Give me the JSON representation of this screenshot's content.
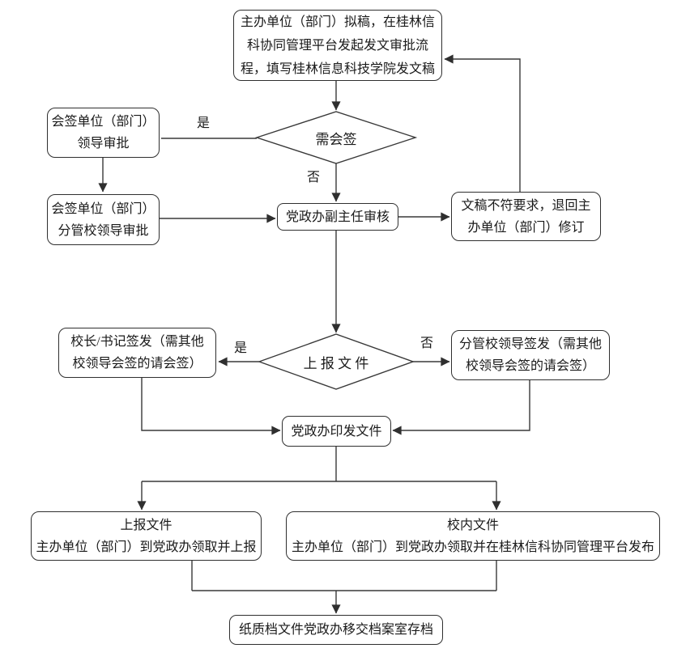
{
  "colors": {
    "background": "#ffffff",
    "line": "#383838",
    "box_border": "#2f2f2f",
    "box_fill": "#ffffff",
    "text": "#1a1a1a"
  },
  "nodes": {
    "draft": {
      "text": "主办单位（部门）拟稿，在桂林信\n科协同管理平台发起发文审批流\n程，填写桂林信息科技学院发文稿"
    },
    "decision_countersign": {
      "text": "需会签"
    },
    "countersign_leader_approve": {
      "text": "会签单位（部门）\n领导审批"
    },
    "countersign_vp_approve": {
      "text": "会签单位（部门）\n分管校领导审批"
    },
    "deputy_director_review": {
      "text": "党政办副主任审核"
    },
    "return_revise": {
      "text": "文稿不符要求，退回主\n办单位（部门）修订"
    },
    "decision_report_file": {
      "text": "上 报 文 件"
    },
    "president_sign": {
      "text": "校长/书记签发（需其他\n校领导会签的请会签）"
    },
    "vp_sign": {
      "text": "分管校领导签发（需其他\n校领导会签的请会签）"
    },
    "office_issue": {
      "text": "党政办印发文件"
    },
    "report_pickup": {
      "text": "上报文件\n主办单位（部门）到党政办领取并上报"
    },
    "internal_publish": {
      "text": "校内文件\n主办单位（部门）到党政办领取并在桂林信科协同管理平台发布"
    },
    "archive": {
      "text": "纸质档文件党政办移交档案室存档"
    }
  },
  "edge_labels": {
    "countersign_yes": "是",
    "countersign_no": "否",
    "report_yes": "是",
    "report_no": "否"
  }
}
